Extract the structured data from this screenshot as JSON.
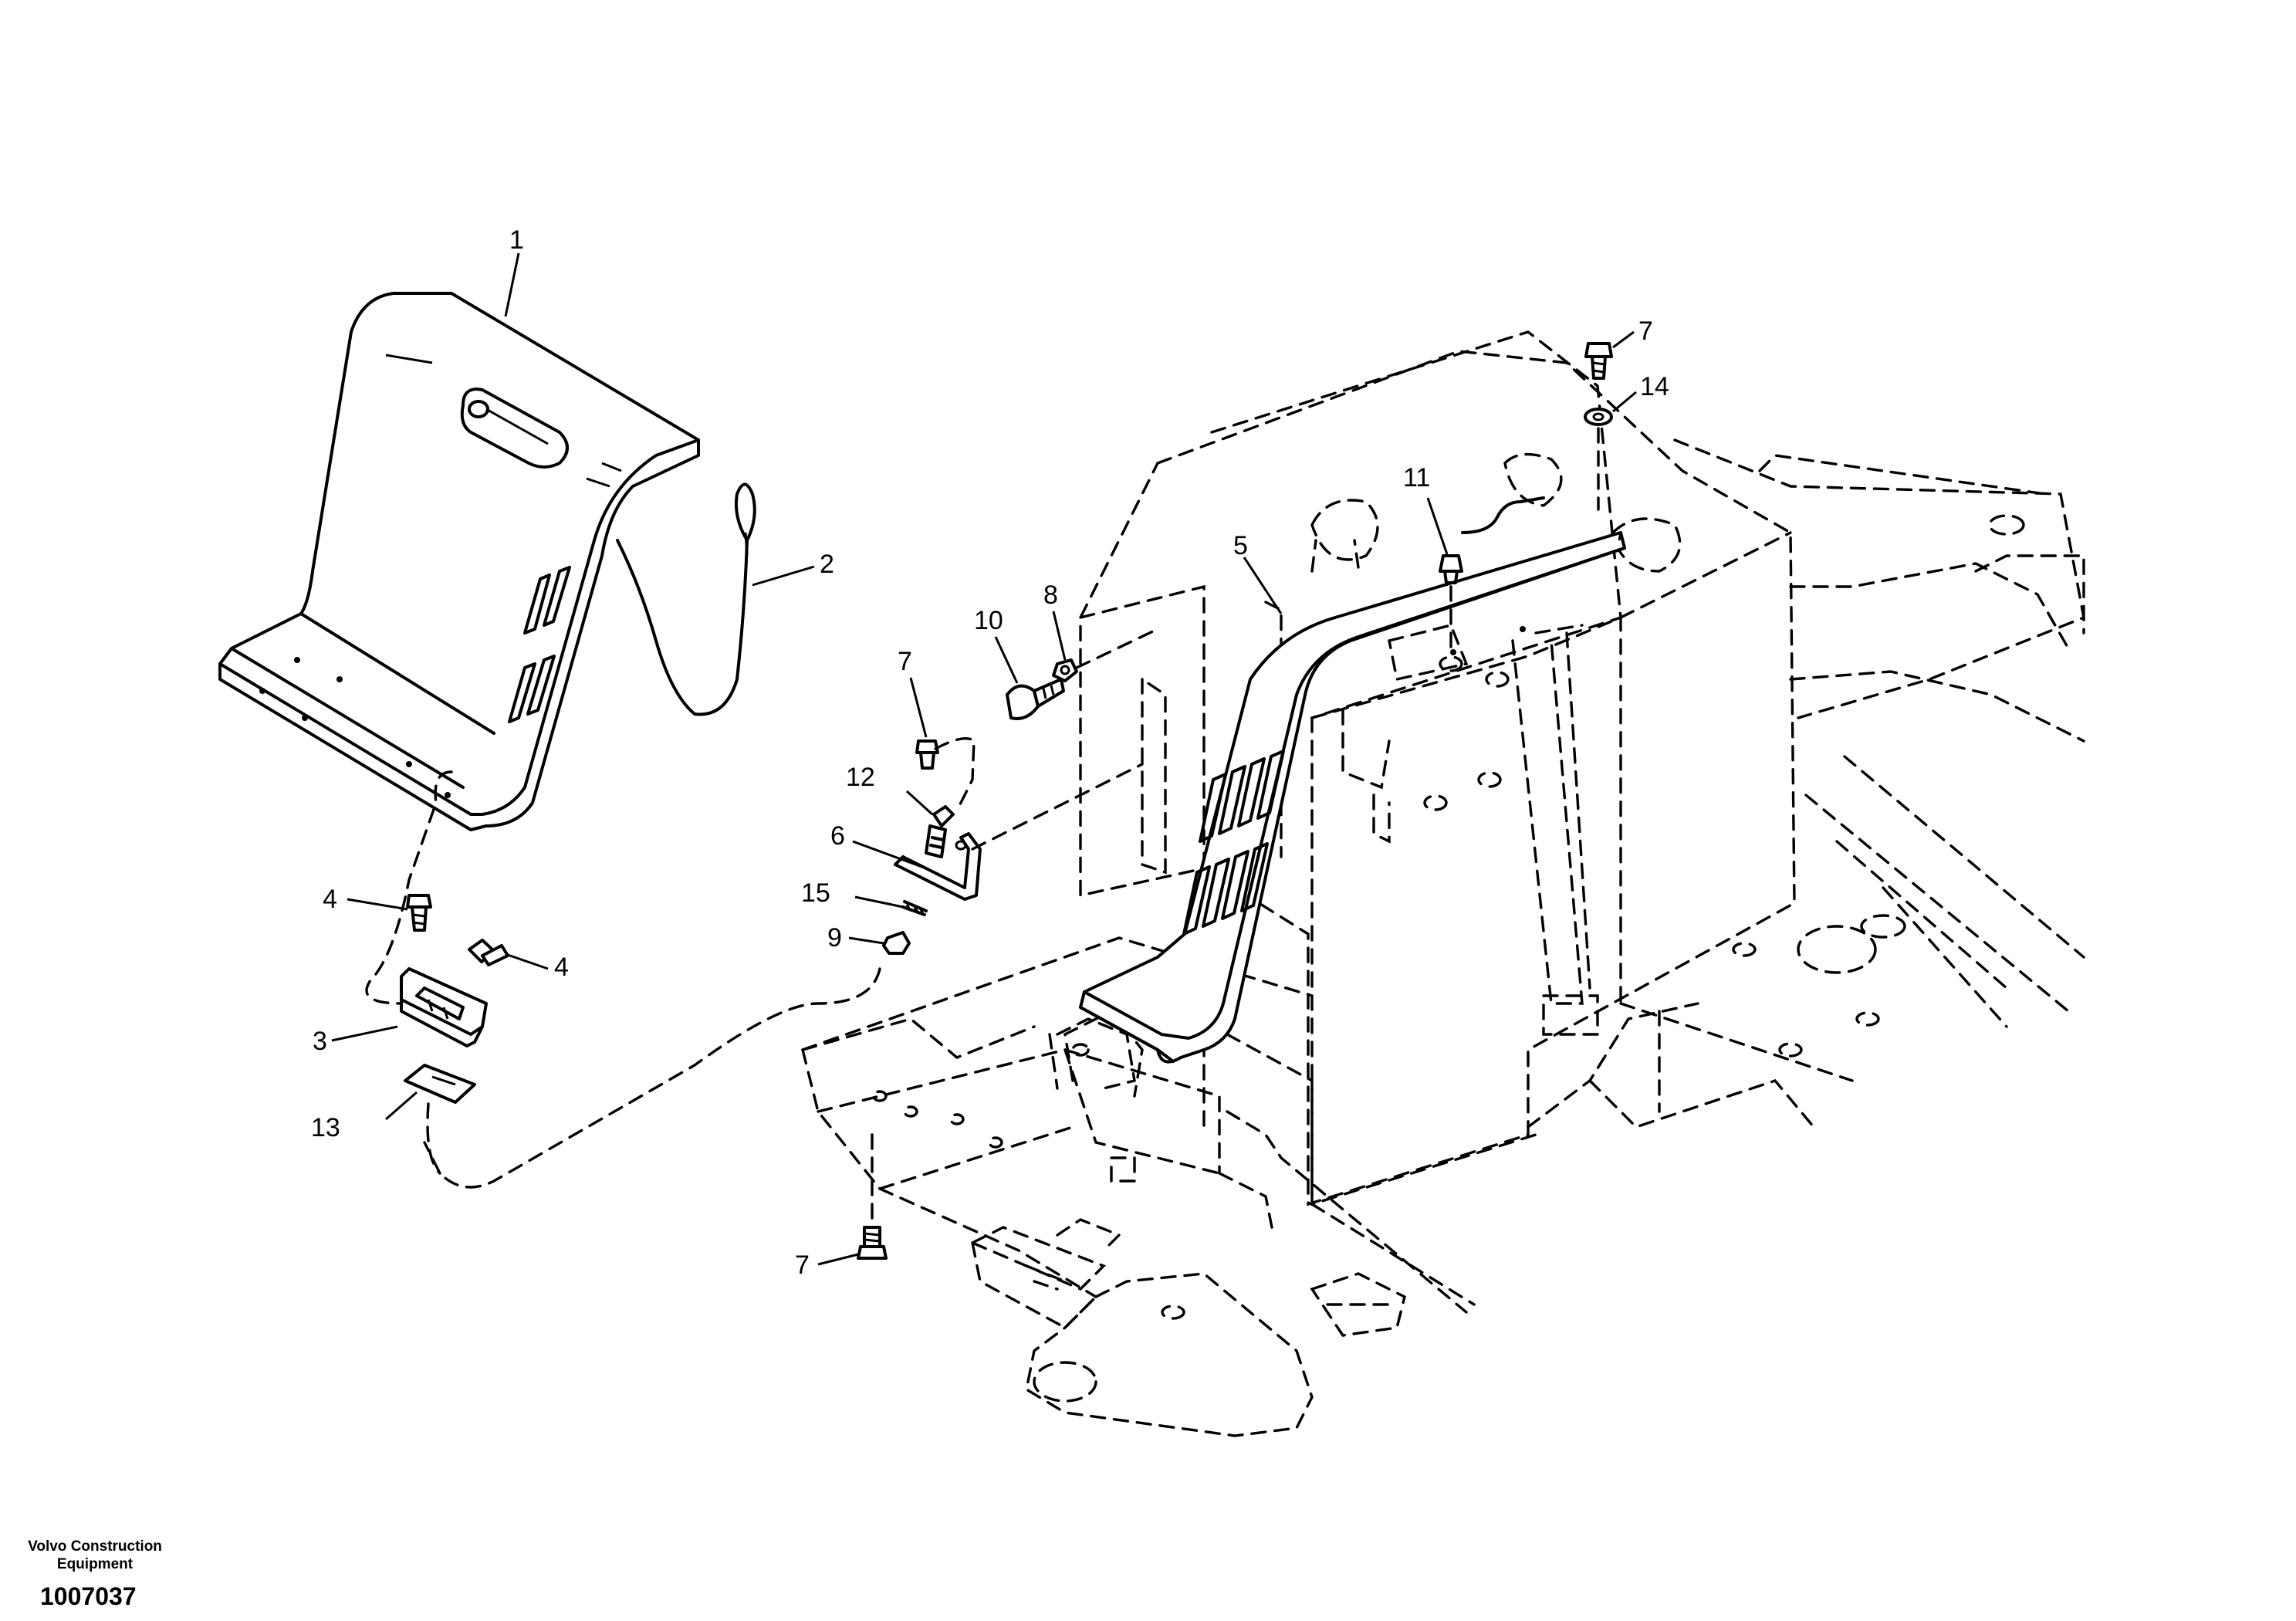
{
  "footer": {
    "brand_line1": "Volvo Construction",
    "brand_line2": "Equipment",
    "doc_number": "1007037"
  },
  "callouts": {
    "c1": "1",
    "c2": "2",
    "c3": "3",
    "c4a": "4",
    "c4b": "4",
    "c5": "5",
    "c6": "6",
    "c7a": "7",
    "c7b": "7",
    "c7c": "7",
    "c8": "8",
    "c9": "9",
    "c10": "10",
    "c11": "11",
    "c12": "12",
    "c13": "13",
    "c14": "14",
    "c15": "15"
  }
}
